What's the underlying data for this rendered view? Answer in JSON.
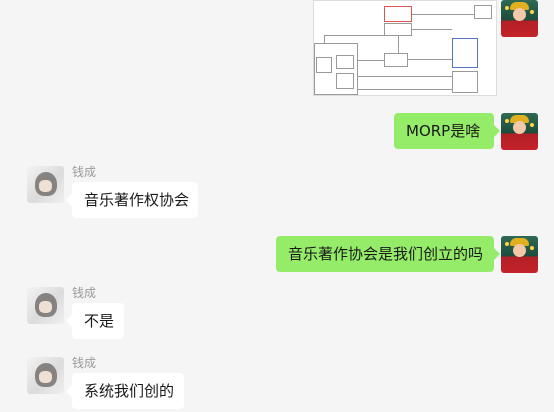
{
  "contact": {
    "name": "钱成"
  },
  "messages": [
    {
      "id": "m0",
      "side": "right",
      "type": "image",
      "description_icon": "diagram-image"
    },
    {
      "id": "m1",
      "side": "right",
      "type": "text",
      "text": "MORP是啥"
    },
    {
      "id": "m2",
      "side": "left",
      "type": "text",
      "sender": "钱成",
      "text": "音乐著作权协会"
    },
    {
      "id": "m3",
      "side": "right",
      "type": "text",
      "text": "音乐著作协会是我们创立的吗"
    },
    {
      "id": "m4",
      "side": "left",
      "type": "text",
      "sender": "钱成",
      "text": "不是"
    },
    {
      "id": "m5",
      "side": "left",
      "type": "text",
      "sender": "钱成",
      "text": "系统我们创的"
    }
  ],
  "colors": {
    "background": "#f5f5f5",
    "self_bubble": "#95ec69",
    "other_bubble": "#ffffff",
    "sender_name": "#9a9a9a"
  }
}
